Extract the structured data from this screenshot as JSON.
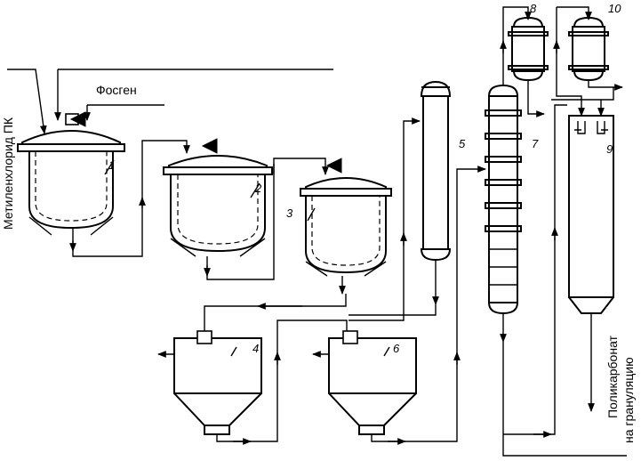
{
  "labels": {
    "feed_methylene_chloride": "Метиленхлорид ПК",
    "feed_phosgene": "Фосген",
    "product_line1": "Поликарбонат",
    "product_line2": "на грануляцию"
  },
  "equipment_numbers": {
    "reactor1": "1",
    "reactor2": "2",
    "reactor3": "3",
    "separator4": "4",
    "column5": "5",
    "separator6": "6",
    "column7": "7",
    "exchanger8": "8",
    "tower9": "9",
    "exchanger10": "10"
  },
  "colors": {
    "line": "#000000",
    "background": "#ffffff"
  }
}
